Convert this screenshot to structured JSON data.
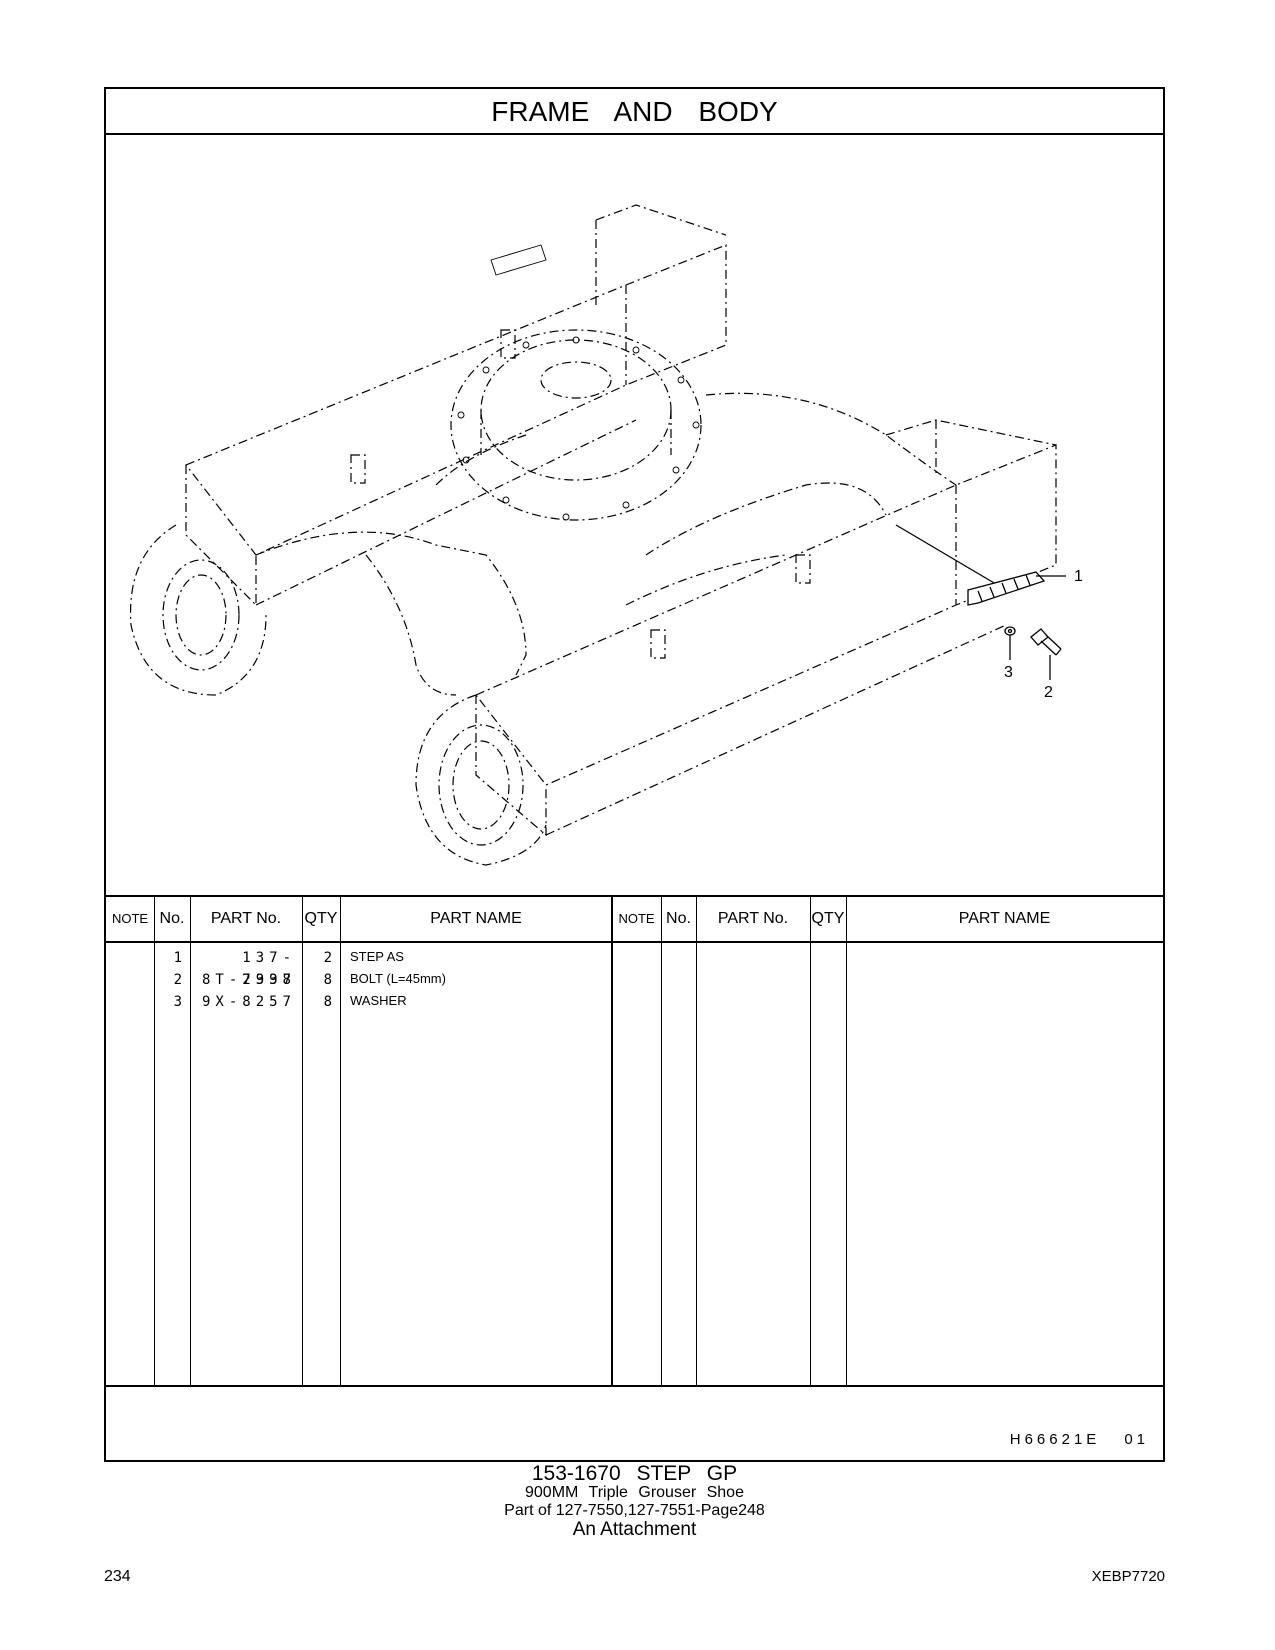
{
  "title": "FRAME   AND   BODY",
  "drawing": {
    "callouts": [
      "1",
      "2",
      "3"
    ]
  },
  "table": {
    "headers": {
      "note": "NOTE",
      "no": "No.",
      "part_no": "PART No.",
      "qty": "QTY",
      "part_name": "PART NAME"
    },
    "rows": [
      {
        "no": "1",
        "part_no": "137-2997",
        "qty": "2",
        "name": "STEP  AS"
      },
      {
        "no": "2",
        "part_no": "8T-7338",
        "qty": "8",
        "name": "BOLT (L=45mm)"
      },
      {
        "no": "3",
        "part_no": "9X-8257",
        "qty": "8",
        "name": "WASHER"
      }
    ],
    "footer_code": "H66621E",
    "footer_rev": "01"
  },
  "caption": {
    "line1": "153-1670   STEP   GP",
    "line2": "900MM  Triple  Grouser  Shoe",
    "line3": "Part of 127-7550,127-7551-Page248",
    "line4": "An Attachment"
  },
  "page_number": "234",
  "document_id": "XEBP7720"
}
